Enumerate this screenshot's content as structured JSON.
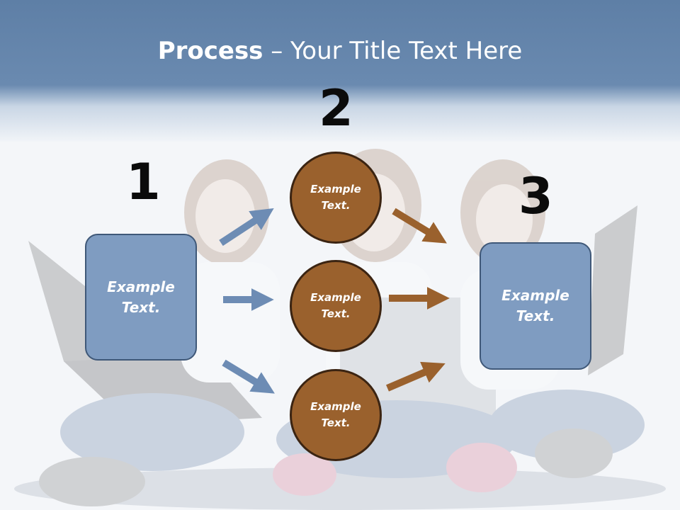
{
  "title": {
    "bold": "Process",
    "rest": " – Your Title Text Here"
  },
  "steps": [
    {
      "number": "1",
      "text": "Example\nText."
    },
    {
      "number": "2",
      "circles": [
        "Example\nText.",
        "Example\nText.",
        "Example\nText."
      ]
    },
    {
      "number": "3",
      "text": "Example\nText."
    }
  ],
  "colors": {
    "header": "#6a8ab0",
    "box": "#7f9cc1",
    "circle": "#9a612d",
    "arrow_blue": "#6d8cb4",
    "arrow_brown": "#9a612d"
  },
  "background": {
    "icon": "photo-children-with-laptops"
  }
}
